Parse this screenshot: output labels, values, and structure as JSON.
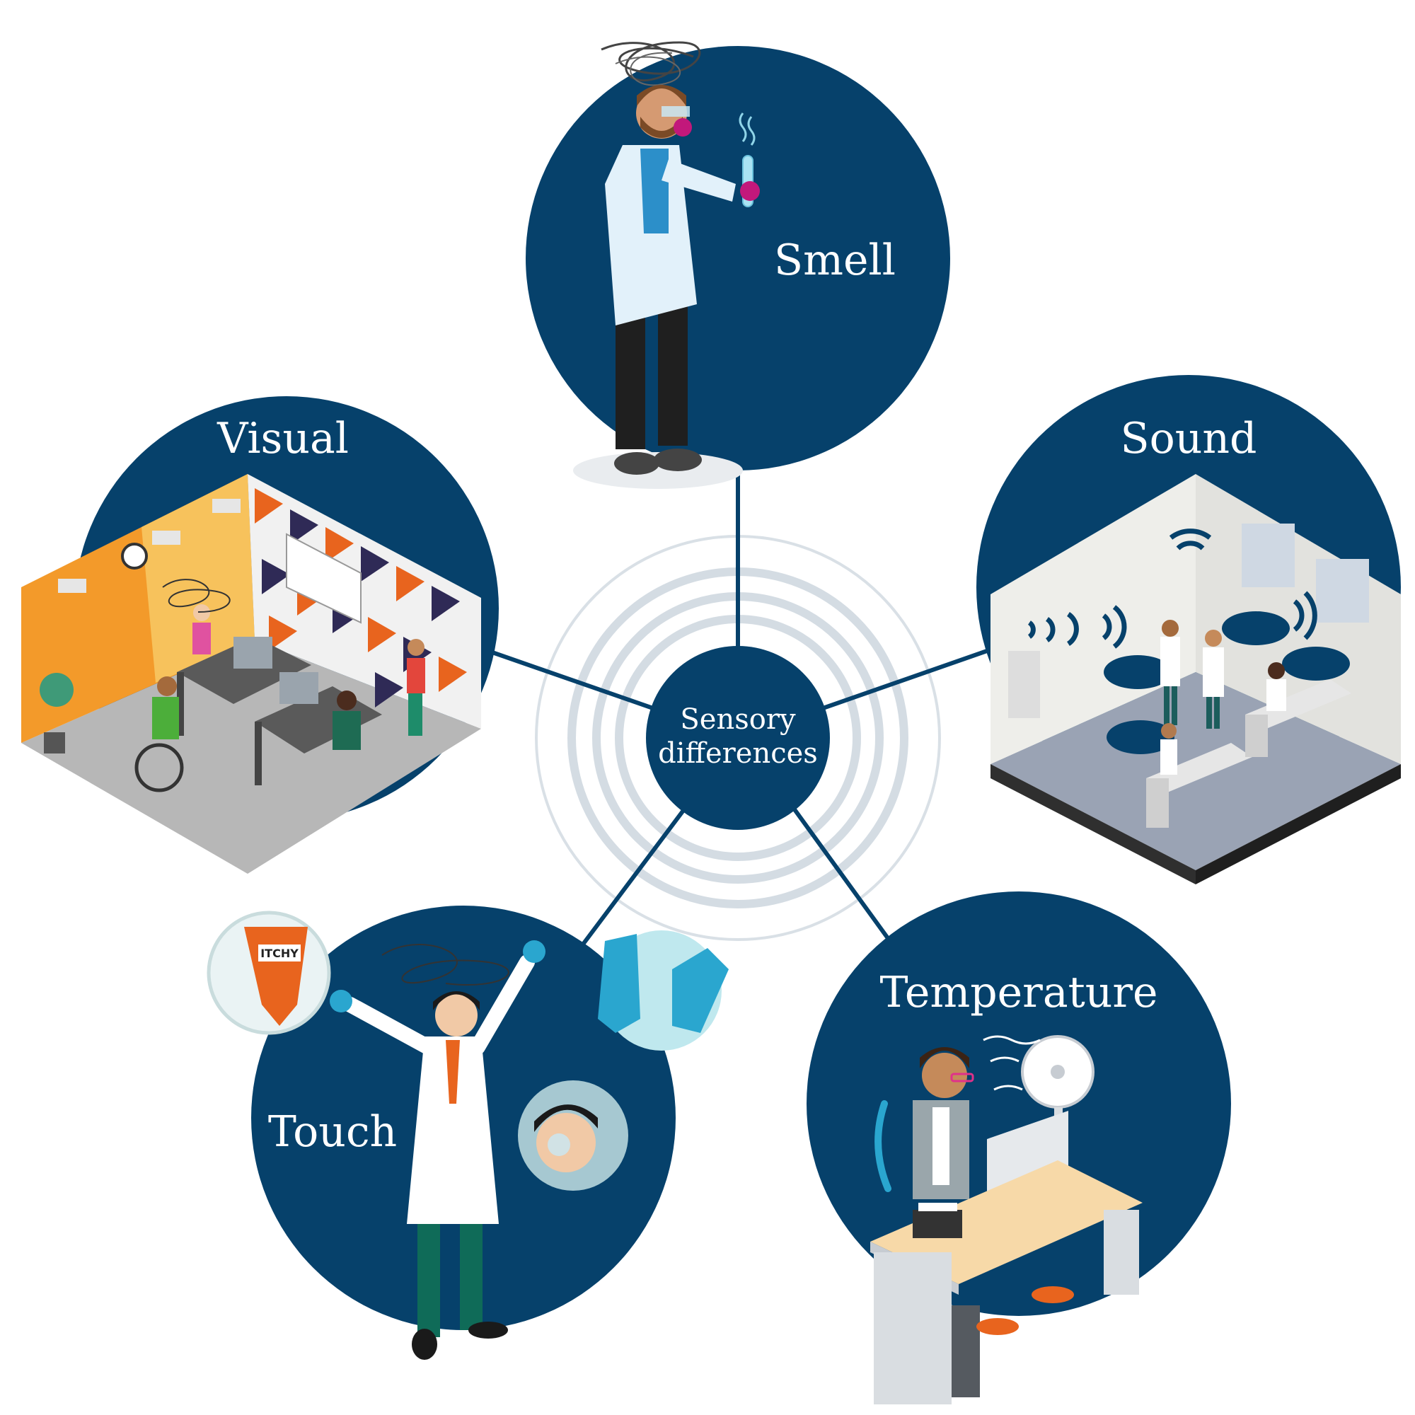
{
  "hub": {
    "line1": "Sensory",
    "line2": "differences"
  },
  "categories": [
    {
      "key": "smell",
      "label": "Smell"
    },
    {
      "key": "sound",
      "label": "Sound"
    },
    {
      "key": "visual",
      "label": "Visual"
    },
    {
      "key": "touch",
      "label": "Touch"
    },
    {
      "key": "temperature",
      "label": "Temperature"
    }
  ],
  "tags": {
    "itchy": "ITCHY"
  },
  "colors": {
    "circle": "#06416b",
    "connector": "#06416b",
    "ripple": "#c9d3dc",
    "wall_orange": "#f39a2a",
    "pattern_orange": "#e8641e",
    "lab_floor": "#8e97a8"
  }
}
